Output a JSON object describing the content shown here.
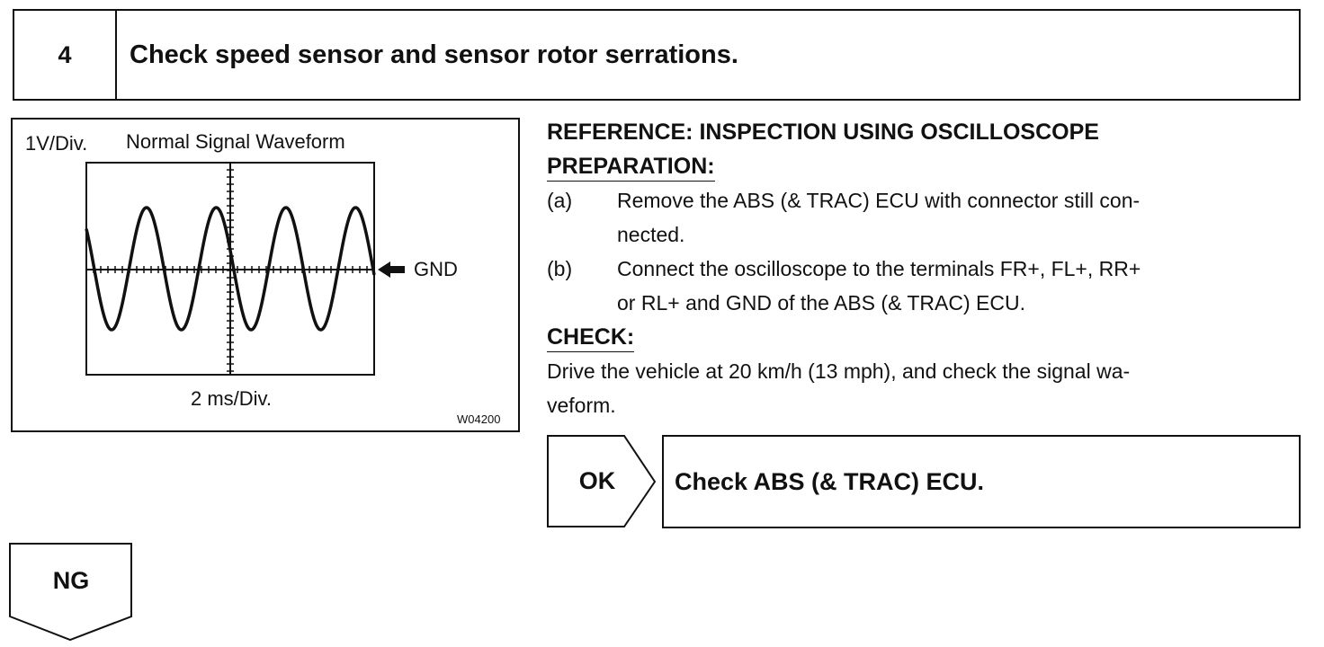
{
  "step": {
    "number": "4",
    "title": "Check speed sensor and sensor rotor serrations."
  },
  "figure": {
    "volt_div": "1V/Div.",
    "title": "Normal Signal Waveform",
    "gnd_label": "GND",
    "time_div": "2 ms/Div.",
    "code": "W04200"
  },
  "reference": {
    "heading": "REFERENCE: INSPECTION USING OSCILLOSCOPE",
    "preparation_heading": "PREPARATION:",
    "items": [
      {
        "label": "(a)",
        "line1": "Remove the ABS (& TRAC) ECU with connector still con-",
        "line2": "nected."
      },
      {
        "label": "(b)",
        "line1": "Connect the oscilloscope to the terminals FR+, FL+, RR+",
        "line2": "or RL+ and GND of the ABS (& TRAC) ECU."
      }
    ],
    "check_heading": "CHECK:",
    "check_line1": "Drive the vehicle at 20 km/h (13 mph), and check the signal wa-",
    "check_line2": "veform."
  },
  "ok": {
    "label": "OK",
    "result": "Check ABS (& TRAC) ECU."
  },
  "ng": {
    "label": "NG"
  }
}
